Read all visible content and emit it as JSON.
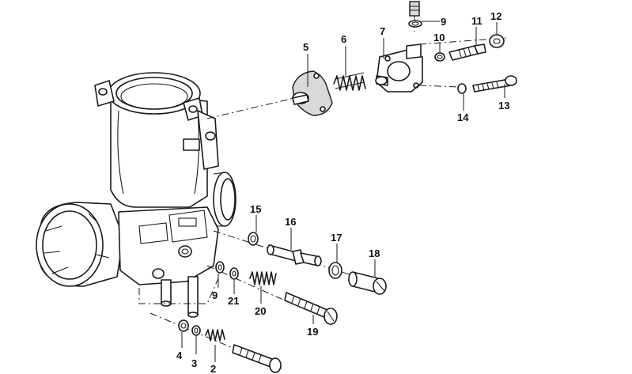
{
  "callouts": [
    "9",
    "11",
    "12",
    "10",
    "5",
    "6",
    "7",
    "14",
    "13",
    "15",
    "16",
    "17",
    "18",
    "9",
    "21",
    "20",
    "19",
    "4",
    "3",
    "2"
  ],
  "colors": {
    "ink": "#1a1a1a",
    "background": "#ffffff",
    "shade": "#d9d9d9"
  }
}
